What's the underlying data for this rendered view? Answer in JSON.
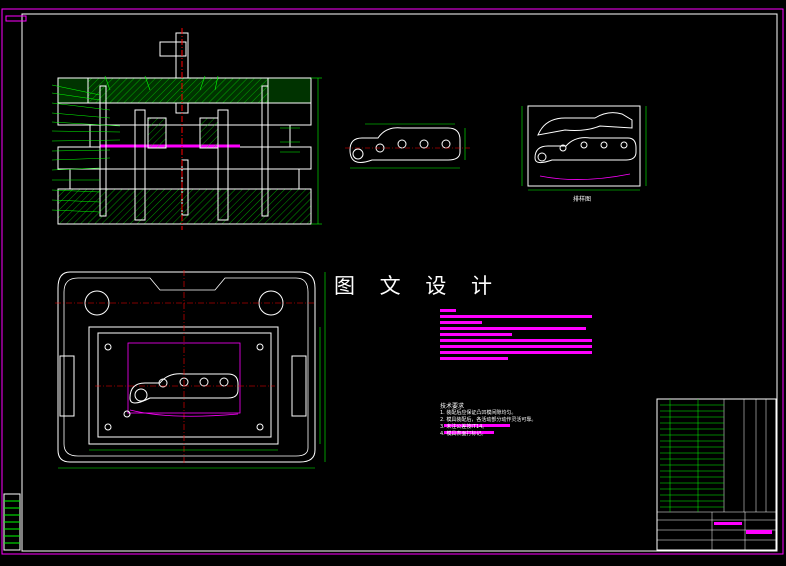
{
  "watermark": "图 文 设 计",
  "layout_view_caption": "排样图",
  "tech_requirements": {
    "title": "技术要求",
    "lines": [
      "1. 装配后应保证凸凹模间隙均匀。",
      "2. 模具装配后，各活动部分动作灵活可靠。",
      "3. 未注公差按IT14。",
      "4. 模具表面打标记。"
    ]
  },
  "colors": {
    "background": "#000000",
    "outline": "#ffffff",
    "accent": "#ff00ff",
    "center_line": "#ff0000",
    "dimension": "#00ff00",
    "hatch": "#00ff00",
    "border": "#ff00ff"
  }
}
